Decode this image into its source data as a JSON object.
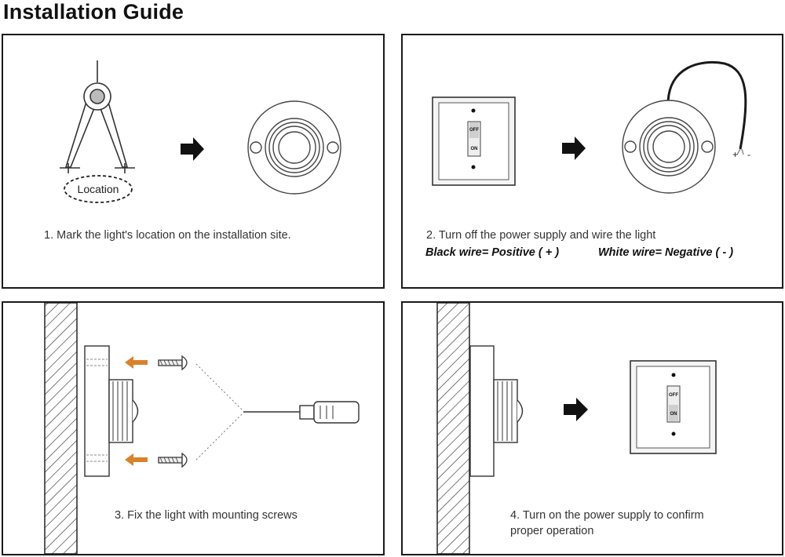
{
  "title": "Installation Guide",
  "steps": [
    {
      "caption": "1. Mark the light's location on the installation site.",
      "marker_label": "Location"
    },
    {
      "caption": "2. Turn off the power supply and wire the light",
      "black_wire": "Black wire= Positive ( + )",
      "white_wire": "White wire= Negative ( - )",
      "plus": "+",
      "minus": "-"
    },
    {
      "caption": "3. Fix the light with mounting screws"
    },
    {
      "caption_line1": "4. Turn on the power supply to confirm",
      "caption_line2": "proper operation"
    }
  ],
  "switch": {
    "off": "OFF",
    "on": "ON"
  },
  "colors": {
    "border": "#1a1a1a",
    "accent_arrow": "#d9822b",
    "wire": "#1a1a1a"
  }
}
